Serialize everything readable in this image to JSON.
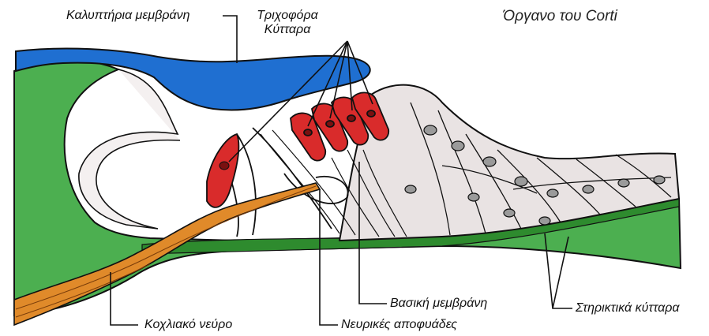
{
  "title": "Όργανο του Corti",
  "labels": {
    "tectorial": "Καλυπτήρια μεμβράνη",
    "hair_cells_line1": "Τριχοφόρα",
    "hair_cells_line2": "Κύτταρα",
    "basilar": "Βασική μεμβράνη",
    "supporting": "Στηρικτικά κύτταρα",
    "cochlear_nerve": "Κοχλιακό νεύρο",
    "nerve_fibers": "Νευρικές αποφυάδες"
  },
  "colors": {
    "tectorial_membrane": "#1f6fd1",
    "basilar_membrane": "#3a9d3a",
    "limbus": "#4caf50",
    "hair_cell": "#d92b2b",
    "supporting_cells": "#e9e3e3",
    "nerve": "#e08a2a",
    "outline": "#111111"
  }
}
